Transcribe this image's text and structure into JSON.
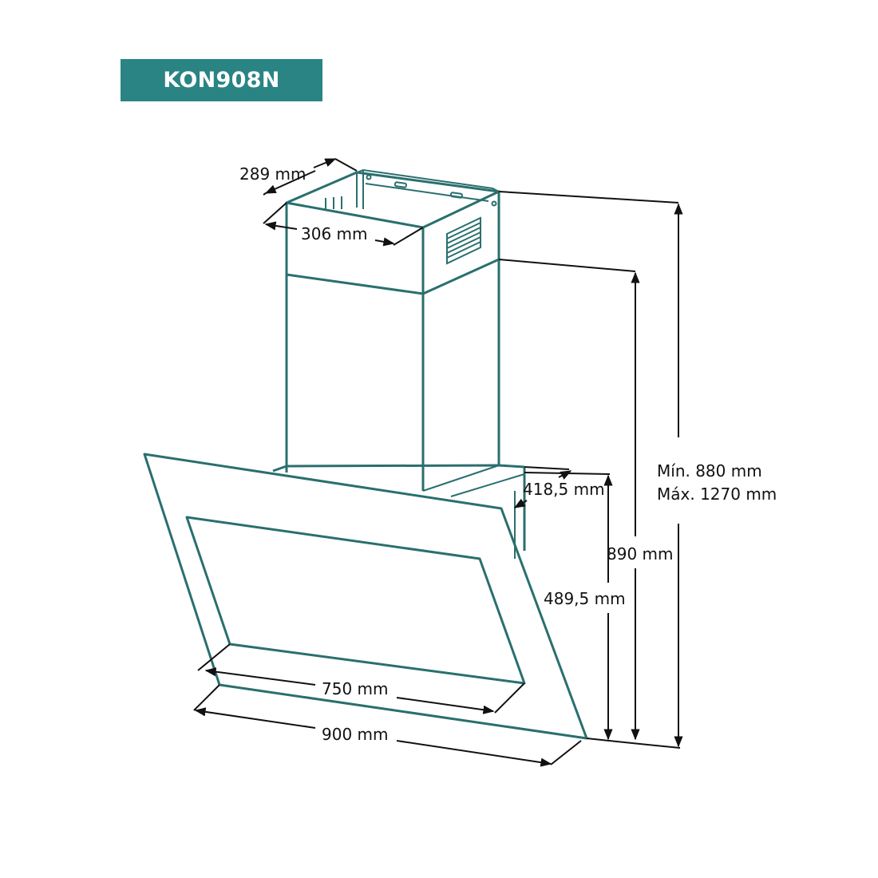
{
  "colors": {
    "badge": "#2a8484",
    "outline": "#2a6f6f",
    "dimension": "#111111",
    "background": "#ffffff"
  },
  "model": "KON908N",
  "dimensions": {
    "chimney_depth": "289 mm",
    "chimney_width": "306 mm",
    "height_min": "Mín. 880 mm",
    "height_max": "Máx. 1270 mm",
    "hood_height": "890 mm",
    "top_depth": "418,5 mm",
    "panel_height": "489,5 mm",
    "inner_width": "750 mm",
    "total_width": "900 mm"
  }
}
